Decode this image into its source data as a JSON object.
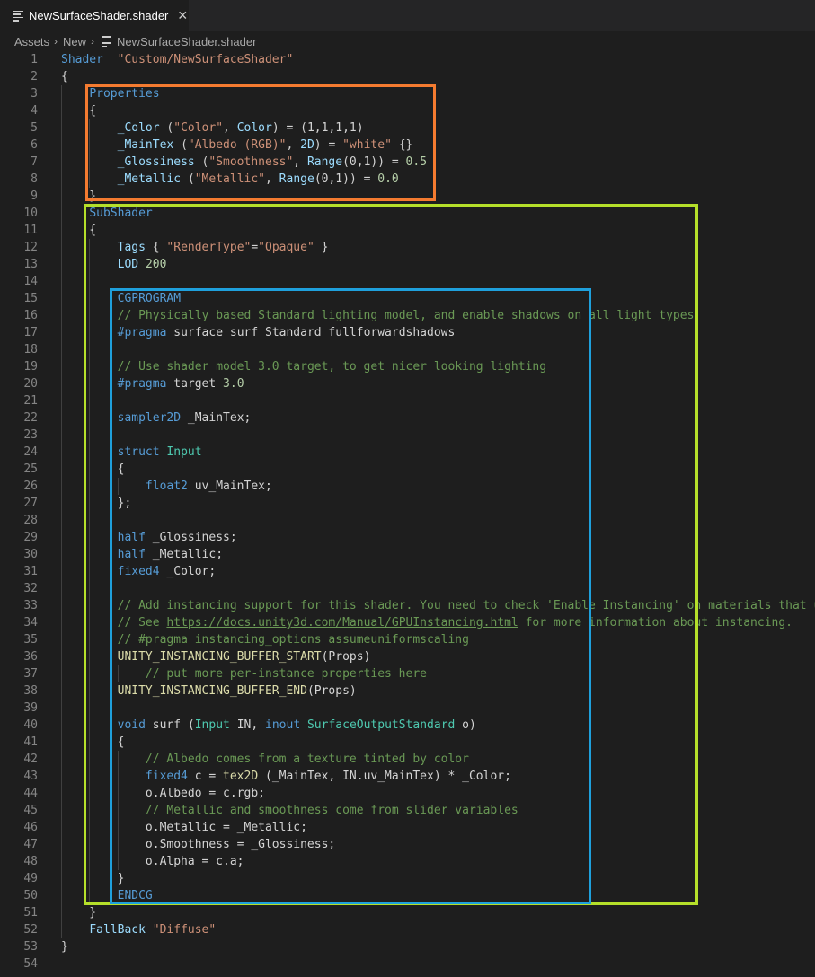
{
  "tab": {
    "filename": "NewSurfaceShader.shader",
    "close_glyph": "✕"
  },
  "breadcrumb": [
    "Assets",
    "New",
    "NewSurfaceShader.shader"
  ],
  "breadcrumb_separator": "›",
  "highlight_colors": {
    "properties": "#f47b30",
    "subshader": "#b5df2a",
    "cgprogram": "#1fa0dc"
  },
  "lines": [
    [
      [
        "kw",
        "Shader"
      ],
      [
        "",
        "  "
      ],
      [
        "str",
        "\"Custom/NewSurfaceShader\""
      ]
    ],
    [
      [
        "",
        "{"
      ]
    ],
    [
      [
        "",
        "    "
      ],
      [
        "kw",
        "Properties"
      ]
    ],
    [
      [
        "",
        "    {"
      ]
    ],
    [
      [
        "",
        "        "
      ],
      [
        "var",
        "_Color"
      ],
      [
        "",
        " ("
      ],
      [
        "str",
        "\"Color\""
      ],
      [
        "",
        ", "
      ],
      [
        "var",
        "Color"
      ],
      [
        "",
        ") = (1,1,1,1)"
      ]
    ],
    [
      [
        "",
        "        "
      ],
      [
        "var",
        "_MainTex"
      ],
      [
        "",
        " ("
      ],
      [
        "str",
        "\"Albedo (RGB)\""
      ],
      [
        "",
        ", "
      ],
      [
        "var",
        "2D"
      ],
      [
        "",
        ") = "
      ],
      [
        "str",
        "\"white\""
      ],
      [
        "",
        " {}"
      ]
    ],
    [
      [
        "",
        "        "
      ],
      [
        "var",
        "_Glossiness"
      ],
      [
        "",
        " ("
      ],
      [
        "str",
        "\"Smoothness\""
      ],
      [
        "",
        ", "
      ],
      [
        "var",
        "Range"
      ],
      [
        "",
        "(0,1)) = "
      ],
      [
        "num",
        "0.5"
      ]
    ],
    [
      [
        "",
        "        "
      ],
      [
        "var",
        "_Metallic"
      ],
      [
        "",
        " ("
      ],
      [
        "str",
        "\"Metallic\""
      ],
      [
        "",
        ", "
      ],
      [
        "var",
        "Range"
      ],
      [
        "",
        "(0,1)) = "
      ],
      [
        "num",
        "0.0"
      ]
    ],
    [
      [
        "",
        "    }"
      ]
    ],
    [
      [
        "",
        "    "
      ],
      [
        "kw",
        "SubShader"
      ]
    ],
    [
      [
        "",
        "    {"
      ]
    ],
    [
      [
        "",
        "        "
      ],
      [
        "var",
        "Tags"
      ],
      [
        "",
        " { "
      ],
      [
        "str",
        "\"RenderType\""
      ],
      [
        "",
        "="
      ],
      [
        "str",
        "\"Opaque\""
      ],
      [
        "",
        " }"
      ]
    ],
    [
      [
        "",
        "        "
      ],
      [
        "var",
        "LOD"
      ],
      [
        "",
        " "
      ],
      [
        "num",
        "200"
      ]
    ],
    [
      [
        "",
        ""
      ]
    ],
    [
      [
        "",
        "        "
      ],
      [
        "kw",
        "CGPROGRAM"
      ]
    ],
    [
      [
        "",
        "        "
      ],
      [
        "cmt",
        "// Physically based Standard lighting model, and enable shadows on all light types"
      ]
    ],
    [
      [
        "",
        "        "
      ],
      [
        "dir",
        "#pragma"
      ],
      [
        "",
        " surface surf Standard fullforwardshadows"
      ]
    ],
    [
      [
        "",
        ""
      ]
    ],
    [
      [
        "",
        "        "
      ],
      [
        "cmt",
        "// Use shader model 3.0 target, to get nicer looking lighting"
      ]
    ],
    [
      [
        "",
        "        "
      ],
      [
        "dir",
        "#pragma"
      ],
      [
        "",
        " target "
      ],
      [
        "num",
        "3.0"
      ]
    ],
    [
      [
        "",
        ""
      ]
    ],
    [
      [
        "",
        "        "
      ],
      [
        "kw",
        "sampler2D"
      ],
      [
        "",
        " _MainTex;"
      ]
    ],
    [
      [
        "",
        ""
      ]
    ],
    [
      [
        "",
        "        "
      ],
      [
        "kw",
        "struct"
      ],
      [
        "",
        " "
      ],
      [
        "type",
        "Input"
      ]
    ],
    [
      [
        "",
        "        {"
      ]
    ],
    [
      [
        "",
        "            "
      ],
      [
        "kw",
        "float2"
      ],
      [
        "",
        " uv_MainTex;"
      ]
    ],
    [
      [
        "",
        "        };"
      ]
    ],
    [
      [
        "",
        ""
      ]
    ],
    [
      [
        "",
        "        "
      ],
      [
        "kw",
        "half"
      ],
      [
        "",
        " _Glossiness;"
      ]
    ],
    [
      [
        "",
        "        "
      ],
      [
        "kw",
        "half"
      ],
      [
        "",
        " _Metallic;"
      ]
    ],
    [
      [
        "",
        "        "
      ],
      [
        "kw",
        "fixed4"
      ],
      [
        "",
        " _Color;"
      ]
    ],
    [
      [
        "",
        ""
      ]
    ],
    [
      [
        "",
        "        "
      ],
      [
        "cmt",
        "// Add instancing support for this shader. You need to check 'Enable Instancing' on materials that use the shader."
      ]
    ],
    [
      [
        "",
        "        "
      ],
      [
        "cmt",
        "// See "
      ],
      [
        "cmt link",
        "https://docs.unity3d.com/Manual/GPUInstancing.html"
      ],
      [
        "cmt",
        " for more information about instancing."
      ]
    ],
    [
      [
        "",
        "        "
      ],
      [
        "cmt",
        "// #pragma instancing_options assumeuniformscaling"
      ]
    ],
    [
      [
        "",
        "        "
      ],
      [
        "fn",
        "UNITY_INSTANCING_BUFFER_START"
      ],
      [
        "",
        "(Props)"
      ]
    ],
    [
      [
        "",
        "            "
      ],
      [
        "cmt",
        "// put more per-instance properties here"
      ]
    ],
    [
      [
        "",
        "        "
      ],
      [
        "fn",
        "UNITY_INSTANCING_BUFFER_END"
      ],
      [
        "",
        "(Props)"
      ]
    ],
    [
      [
        "",
        ""
      ]
    ],
    [
      [
        "",
        "        "
      ],
      [
        "kw",
        "void"
      ],
      [
        "",
        " surf ("
      ],
      [
        "type",
        "Input"
      ],
      [
        "",
        " IN, "
      ],
      [
        "kw",
        "inout"
      ],
      [
        "",
        " "
      ],
      [
        "type",
        "SurfaceOutputStandard"
      ],
      [
        "",
        " o)"
      ]
    ],
    [
      [
        "",
        "        {"
      ]
    ],
    [
      [
        "",
        "            "
      ],
      [
        "cmt",
        "// Albedo comes from a texture tinted by color"
      ]
    ],
    [
      [
        "",
        "            "
      ],
      [
        "kw",
        "fixed4"
      ],
      [
        "",
        " c = "
      ],
      [
        "fn",
        "tex2D"
      ],
      [
        "",
        " (_MainTex, IN.uv_MainTex) * _Color;"
      ]
    ],
    [
      [
        "",
        "            o.Albedo = c.rgb;"
      ]
    ],
    [
      [
        "",
        "            "
      ],
      [
        "cmt",
        "// Metallic and smoothness come from slider variables"
      ]
    ],
    [
      [
        "",
        "            o.Metallic = _Metallic;"
      ]
    ],
    [
      [
        "",
        "            o.Smoothness = _Glossiness;"
      ]
    ],
    [
      [
        "",
        "            o.Alpha = c.a;"
      ]
    ],
    [
      [
        "",
        "        }"
      ]
    ],
    [
      [
        "",
        "        "
      ],
      [
        "kw",
        "ENDCG"
      ]
    ],
    [
      [
        "",
        "    }"
      ]
    ],
    [
      [
        "",
        "    "
      ],
      [
        "var",
        "FallBack"
      ],
      [
        "",
        " "
      ],
      [
        "str",
        "\"Diffuse\""
      ]
    ],
    [
      [
        "",
        "}"
      ]
    ],
    [
      [
        "",
        ""
      ]
    ]
  ]
}
